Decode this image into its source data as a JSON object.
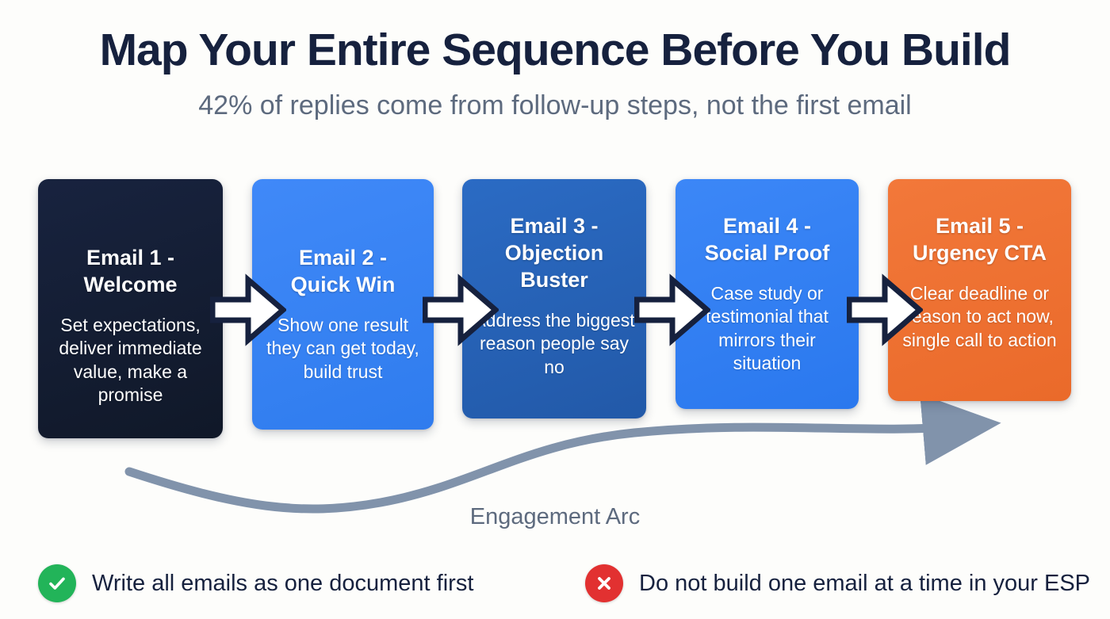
{
  "header": {
    "title": "Map Your Entire Sequence Before You Build",
    "subtitle": "42% of replies come from follow-up steps, not the first email"
  },
  "colors": {
    "background": "#fdfdfb",
    "title_text": "#16213e",
    "subtitle_text": "#5d6a7e",
    "card_1": "#14213d",
    "card_2": "#3b82f6",
    "card_3": "#2563b0",
    "card_4": "#2f7ef0",
    "card_5": "#ef7233",
    "arrow_fill": "#ffffff",
    "arrow_outline": "#16213e",
    "arc": "#8193ab",
    "check_green": "#22b459",
    "cross_red": "#e23131"
  },
  "cards": [
    {
      "title": "Email 1 -\nWelcome",
      "body": "Set expectations, deliver immediate value, make a promise"
    },
    {
      "title": "Email 2 -\nQuick Win",
      "body": "Show one result they can get today, build trust"
    },
    {
      "title": "Email 3 -\nObjection Buster",
      "body": "Address the biggest reason people say no"
    },
    {
      "title": "Email 4 -\nSocial Proof",
      "body": "Case study or testimonial that mirrors their situation"
    },
    {
      "title": "Email 5 -\nUrgency CTA",
      "body": "Clear deadline or reason to act now, single call to action"
    }
  ],
  "arc": {
    "label": "Engagement Arc"
  },
  "legend": [
    {
      "icon": "check-circle-icon",
      "label": "Write all emails as one document first"
    },
    {
      "icon": "cross-circle-icon",
      "label": "Do not build one email at a time in your ESP"
    }
  ]
}
